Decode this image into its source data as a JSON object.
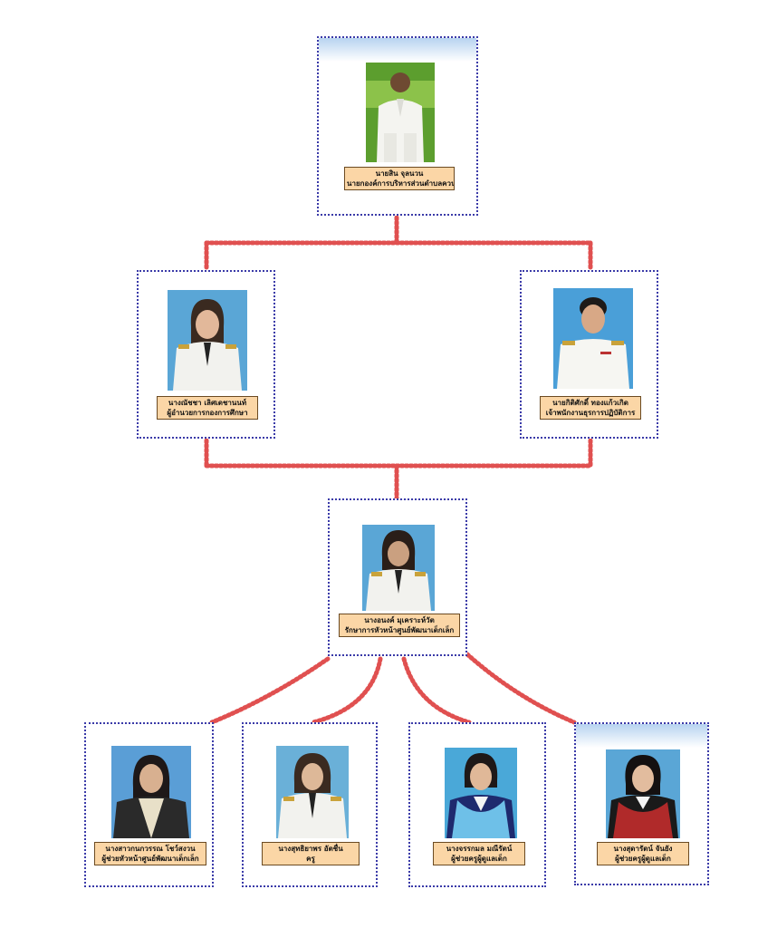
{
  "colors": {
    "connector": "#e05050",
    "card_border": "#3a3aa8",
    "label_bg": "#fbd6a6",
    "photo_bg_blue": "#5aa6d6",
    "photo_bg_green": "#5c9e2e"
  },
  "nodes": {
    "chief": {
      "name": "นายสิน จุลนวน",
      "position": "นายกองค์การบริหารส่วนตำบลควนรู"
    },
    "director": {
      "name": "นางณัชชา เลิศเดชานนท์",
      "position": "ผู้อำนวยการกองการศึกษา"
    },
    "officer": {
      "name": "นายกิติศักดิ์ ทองแก้วเกิด",
      "position": "เจ้าพนักงานธุรการปฏิบัติการ"
    },
    "center_head": {
      "name": "นางอนงค์ มุเคราะห์วัต",
      "position": "รักษาการหัวหน้าศูนย์พัฒนาเด็กเล็ก"
    },
    "staff1": {
      "name": "นางสาวกนกวรรณ โชว์สงวน",
      "position": "ผู้ช่วยหัวหน้าศูนย์พัฒนาเด็กเล็ก"
    },
    "staff2": {
      "name": "นางสุทธิยาพร อัตชื่น",
      "position": "ครู"
    },
    "staff3": {
      "name": "นางจรรกมล มณีรัตน์",
      "position": "ผู้ช่วยครูผู้ดูแลเด็ก"
    },
    "staff4": {
      "name": "นางสุดารัตน์ จันยัง",
      "position": "ผู้ช่วยครูผู้ดูแลเด็ก"
    }
  }
}
